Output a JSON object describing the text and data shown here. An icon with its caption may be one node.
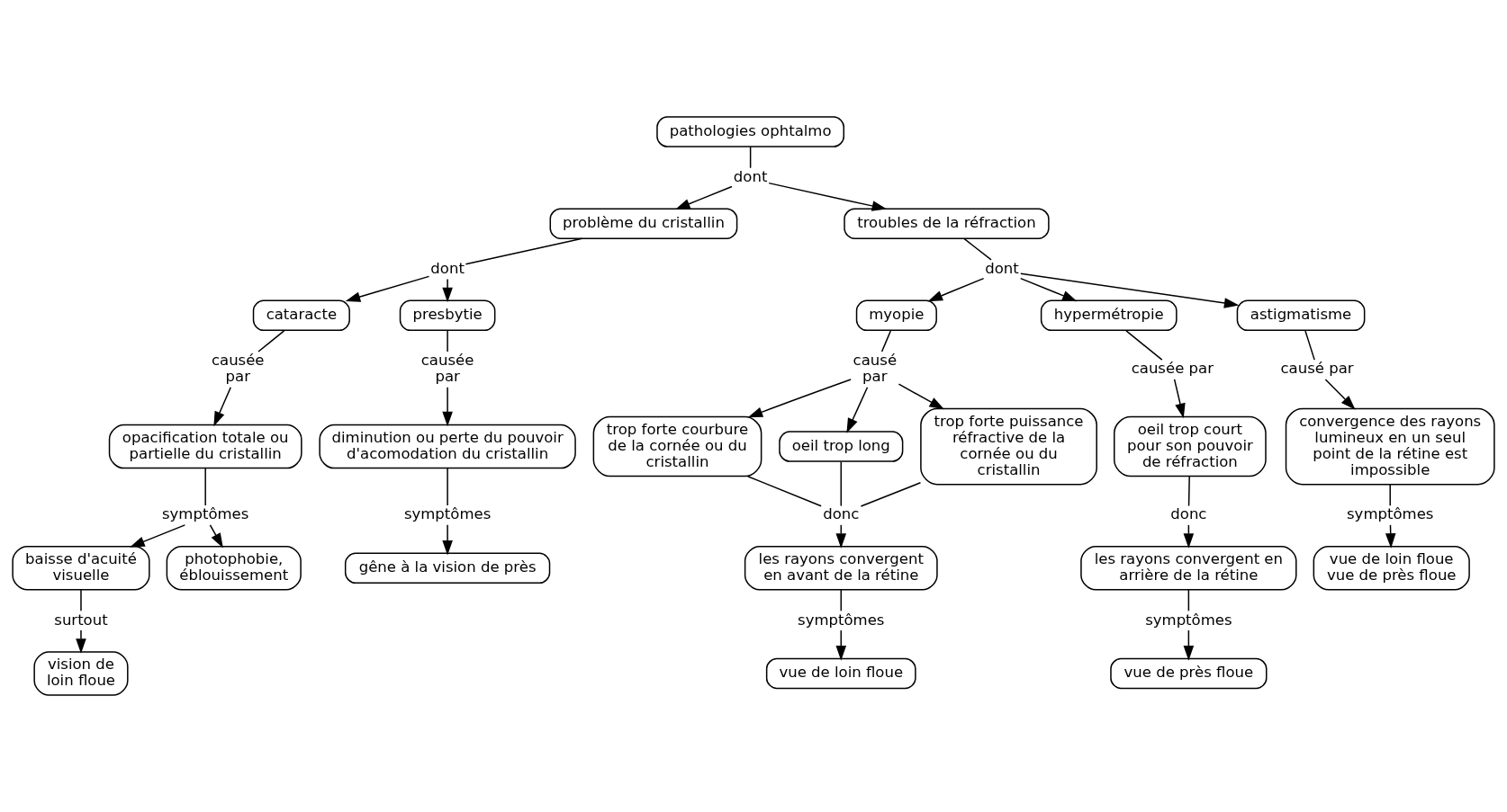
{
  "diagram": {
    "nodes": [
      {
        "text": [
          "pathologies ophtalmo"
        ]
      },
      {
        "text": [
          "dont"
        ]
      },
      {
        "text": [
          "problème du cristallin"
        ]
      },
      {
        "text": [
          "dont"
        ]
      },
      {
        "text": [
          "cataracte"
        ]
      },
      {
        "text": [
          "causée par"
        ]
      },
      {
        "text": [
          "opacification totale ou partielle du cristallin"
        ]
      },
      {
        "text": [
          "symptômes"
        ]
      },
      {
        "text": [
          "baisse d'acuité visuelle"
        ]
      },
      {
        "text": [
          "surtout"
        ]
      },
      {
        "text": [
          "vision de loin floue"
        ]
      },
      {
        "text": [
          "photophobie, éblouissement"
        ]
      },
      {
        "text": [
          "presbytie"
        ]
      },
      {
        "text": [
          "causée par"
        ]
      },
      {
        "text": [
          "diminution ou perte du pouvoir d'acomodation du cristallin"
        ]
      },
      {
        "text": [
          "symptômes"
        ]
      },
      {
        "text": [
          "gêne à la vision de près"
        ]
      },
      {
        "text": [
          "troubles de la réfraction"
        ]
      },
      {
        "text": [
          "dont"
        ]
      },
      {
        "text": [
          "myopie"
        ]
      },
      {
        "text": [
          "causé par"
        ]
      },
      {
        "text": [
          "trop forte courbure de la cornée ou du cristallin"
        ]
      },
      {
        "text": [
          "oeil trop long"
        ]
      },
      {
        "text": [
          "trop forte puissance réfractive de la cornée ou du cristallin"
        ]
      },
      {
        "text": [
          "donc"
        ]
      },
      {
        "text": [
          "les rayons convergent en avant de la rétine"
        ]
      },
      {
        "text": [
          "symptômes"
        ]
      },
      {
        "text": [
          "vue de loin floue"
        ]
      },
      {
        "text": [
          "hypermétropie"
        ]
      },
      {
        "text": [
          "causée par"
        ]
      },
      {
        "text": [
          "oeil trop court pour son pouvoir de réfraction"
        ]
      },
      {
        "text": [
          "donc"
        ]
      },
      {
        "text": [
          "les rayons convergent en arrière de la rétine"
        ]
      },
      {
        "text": [
          "symptômes"
        ]
      },
      {
        "text": [
          "vue de près floue"
        ]
      },
      {
        "text": [
          "astigmatisme"
        ]
      },
      {
        "text": [
          "causé par"
        ]
      },
      {
        "text": [
          "convergence des rayons lumineux en un seul point de la rétine est impossible"
        ]
      },
      {
        "text": [
          "symptômes"
        ]
      },
      {
        "text": [
          "vue de loin floue",
          "vue de près floue"
        ]
      }
    ],
    "edges": [
      {
        "from": 0,
        "to": 1,
        "arrow": "none"
      },
      {
        "from": 1,
        "to": 2,
        "arrow": "to"
      },
      {
        "from": 1,
        "to": 17,
        "arrow": "to"
      },
      {
        "from": 2,
        "to": 3,
        "arrow": "none"
      },
      {
        "from": 3,
        "to": 4,
        "arrow": "to"
      },
      {
        "from": 3,
        "to": 12,
        "arrow": "to"
      },
      {
        "from": 4,
        "to": 5,
        "arrow": "none"
      },
      {
        "from": 5,
        "to": 6,
        "arrow": "to"
      },
      {
        "from": 6,
        "to": 7,
        "arrow": "none"
      },
      {
        "from": 7,
        "to": 8,
        "arrow": "to"
      },
      {
        "from": 7,
        "to": 11,
        "arrow": "to"
      },
      {
        "from": 8,
        "to": 9,
        "arrow": "none"
      },
      {
        "from": 9,
        "to": 10,
        "arrow": "to"
      },
      {
        "from": 12,
        "to": 13,
        "arrow": "none"
      },
      {
        "from": 13,
        "to": 14,
        "arrow": "to"
      },
      {
        "from": 14,
        "to": 15,
        "arrow": "none"
      },
      {
        "from": 15,
        "to": 16,
        "arrow": "to"
      },
      {
        "from": 17,
        "to": 18,
        "arrow": "none"
      },
      {
        "from": 18,
        "to": 19,
        "arrow": "to"
      },
      {
        "from": 18,
        "to": 28,
        "arrow": "to"
      },
      {
        "from": 18,
        "to": 35,
        "arrow": "to"
      },
      {
        "from": 19,
        "to": 20,
        "arrow": "none"
      },
      {
        "from": 20,
        "to": 21,
        "arrow": "to"
      },
      {
        "from": 20,
        "to": 22,
        "arrow": "to"
      },
      {
        "from": 20,
        "to": 23,
        "arrow": "to"
      },
      {
        "from": 21,
        "to": 24,
        "arrow": "none"
      },
      {
        "from": 22,
        "to": 24,
        "arrow": "none"
      },
      {
        "from": 23,
        "to": 24,
        "arrow": "none"
      },
      {
        "from": 24,
        "to": 25,
        "arrow": "to"
      },
      {
        "from": 25,
        "to": 26,
        "arrow": "none"
      },
      {
        "from": 26,
        "to": 27,
        "arrow": "to"
      },
      {
        "from": 28,
        "to": 29,
        "arrow": "none"
      },
      {
        "from": 29,
        "to": 30,
        "arrow": "to"
      },
      {
        "from": 30,
        "to": 31,
        "arrow": "none"
      },
      {
        "from": 31,
        "to": 32,
        "arrow": "to"
      },
      {
        "from": 32,
        "to": 33,
        "arrow": "none"
      },
      {
        "from": 33,
        "to": 34,
        "arrow": "to"
      },
      {
        "from": 35,
        "to": 36,
        "arrow": "none"
      },
      {
        "from": 36,
        "to": 37,
        "arrow": "to"
      },
      {
        "from": 37,
        "to": 38,
        "arrow": "none"
      },
      {
        "from": 38,
        "to": 39,
        "arrow": "to"
      }
    ]
  }
}
